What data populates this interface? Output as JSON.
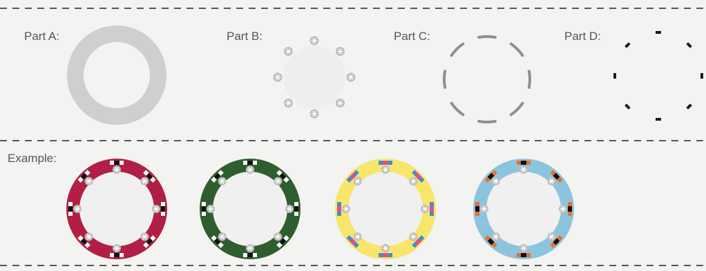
{
  "labels": {
    "part_a": "Part A:",
    "part_b": "Part B:",
    "part_c": "Part C:",
    "part_d": "Part D:",
    "example": "Example:"
  },
  "colors": {
    "background": "#f3f3f1",
    "separator": "#555555",
    "ring_gray": "#cfcfcf",
    "center_light": "#eeeeee",
    "snowflake_badge": "#bcbcbc",
    "dash_gray": "#8f8f8f",
    "dash_black": "#1a1a1a"
  },
  "examples": [
    {
      "name": "red-chip",
      "ring": "#b21f45",
      "insert": "#f4f4f4",
      "center": "#f0f0f0",
      "marker_a": "#ffffff",
      "marker_b": "#111111"
    },
    {
      "name": "green-chip",
      "ring": "#2e5e2e",
      "insert": "#f4f4f4",
      "center": "#f0f0f0",
      "marker_a": "#ffffff",
      "marker_b": "#111111"
    },
    {
      "name": "yellow-chip",
      "ring": "#f8e56b",
      "insert": "#f4f4f4",
      "center": "#f0f0f0",
      "marker_a": "#3f8fd0",
      "marker_b": "#e0508a"
    },
    {
      "name": "blue-chip",
      "ring": "#8cc4dd",
      "insert": "#f4f4f4",
      "center": "#f0f0f0",
      "marker_a": "#e8712a",
      "marker_b": "#111111"
    }
  ]
}
